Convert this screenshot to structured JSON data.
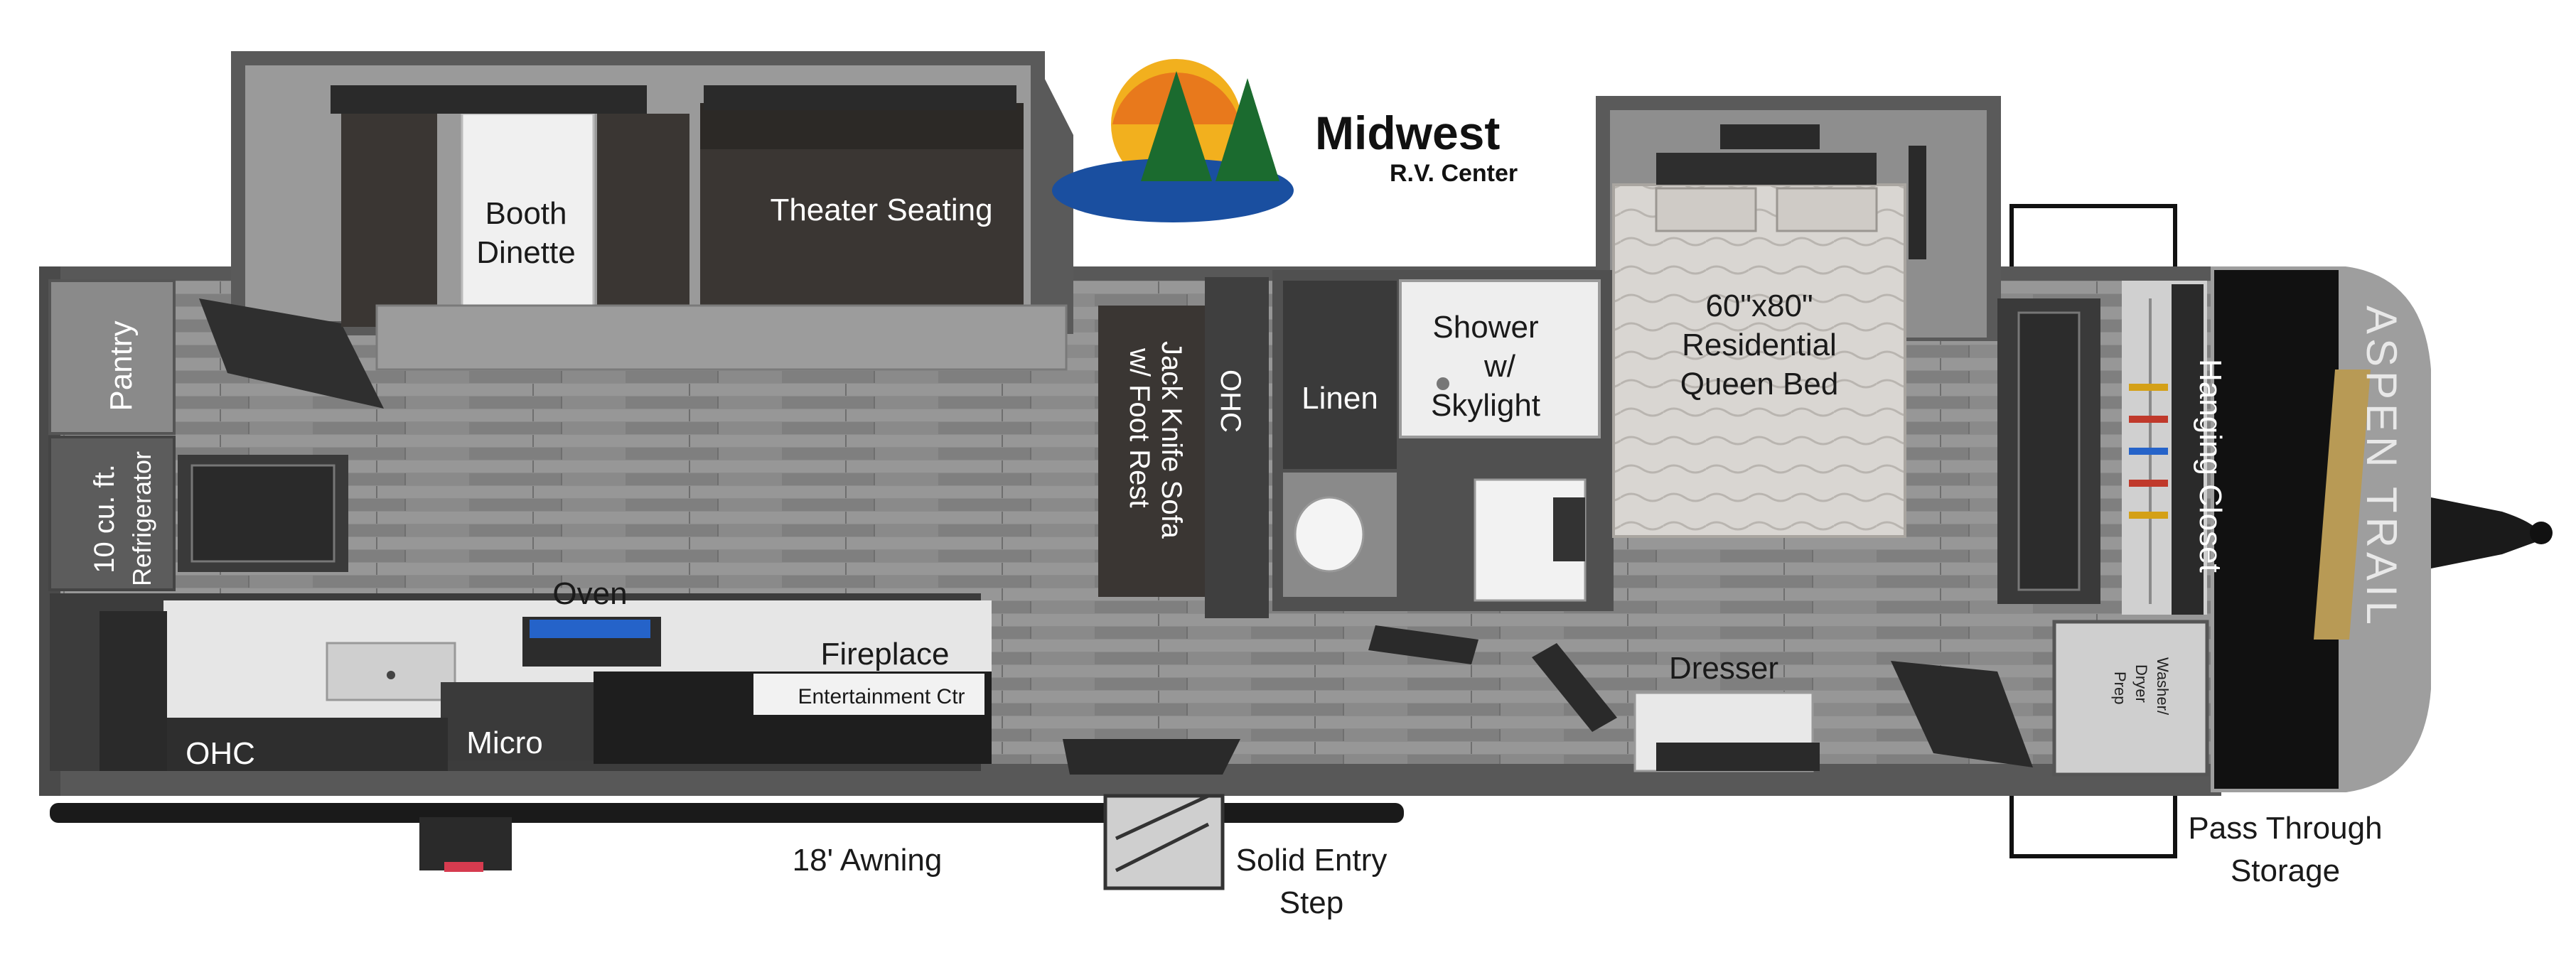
{
  "logo": {
    "brand": "Midwest",
    "subtitle": "R.V. Center"
  },
  "rooms": {
    "booth_dinette": [
      "Booth",
      "Dinette"
    ],
    "theater_seating": "Theater Seating",
    "pantry": "Pantry",
    "refrigerator": [
      "10 cu. ft.",
      "Refrigerator"
    ],
    "oven": "Oven",
    "ohc_kitchen": "OHC",
    "micro": "Micro",
    "fireplace": "Fireplace",
    "entertainment": "Entertainment Ctr",
    "sofa": [
      "Jack Knife Sofa",
      "w/ Foot Rest"
    ],
    "ohc_sofa": "OHC",
    "linen": "Linen",
    "shower": [
      "Shower",
      "w/",
      "Skylight"
    ],
    "bed": [
      "60\"x80\"",
      "Residential",
      "Queen Bed"
    ],
    "dresser": "Dresser",
    "hanging_closet": "Hanging Closet",
    "washer": [
      "Washer/",
      "Dryer",
      "Prep"
    ],
    "front_cap": "ASPEN TRAIL"
  },
  "exterior": {
    "awning": "18' Awning",
    "entry_step": [
      "Solid Entry",
      "Step"
    ],
    "pass_through": [
      "Pass Through",
      "Storage"
    ]
  },
  "colors": {
    "wall": "#5c5c5c",
    "floor": "#8f8f8f",
    "upholstery": "#3a3633",
    "counter": "#e8e8e8",
    "logo_water": "#1a4fa0",
    "logo_sun": "#f2b01e",
    "logo_tree": "#1b6b2f"
  }
}
